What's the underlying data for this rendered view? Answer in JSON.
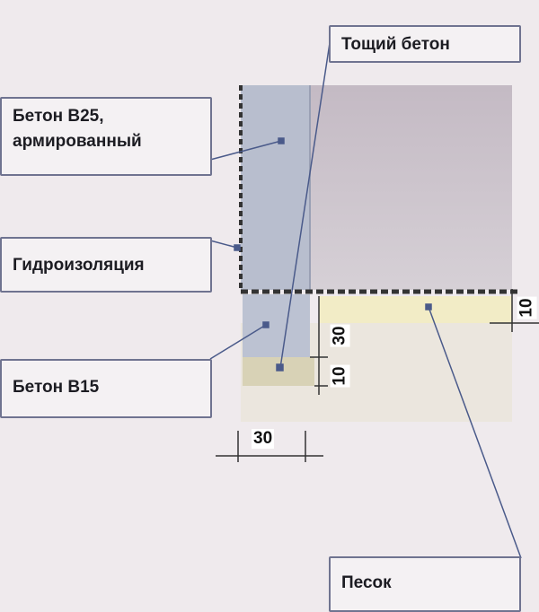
{
  "labels": {
    "lean_concrete": "Тощий бетон",
    "concrete_b25": "Бетон В25,",
    "concrete_b25_line2": "армированный",
    "waterproofing": "Гидроизоляция",
    "concrete_b15": "Бетон В15",
    "sand": "Песок"
  },
  "dimensions": {
    "b15_thickness": "30",
    "lean_thickness": "10",
    "sand_thickness": "10",
    "wall_offset": "30"
  },
  "colors": {
    "slab": "#c8bfc8",
    "wall": "#b8bece",
    "sand": "#f2ecc6",
    "lean": "#d8d2b6",
    "leader": "#4a5a8a"
  }
}
